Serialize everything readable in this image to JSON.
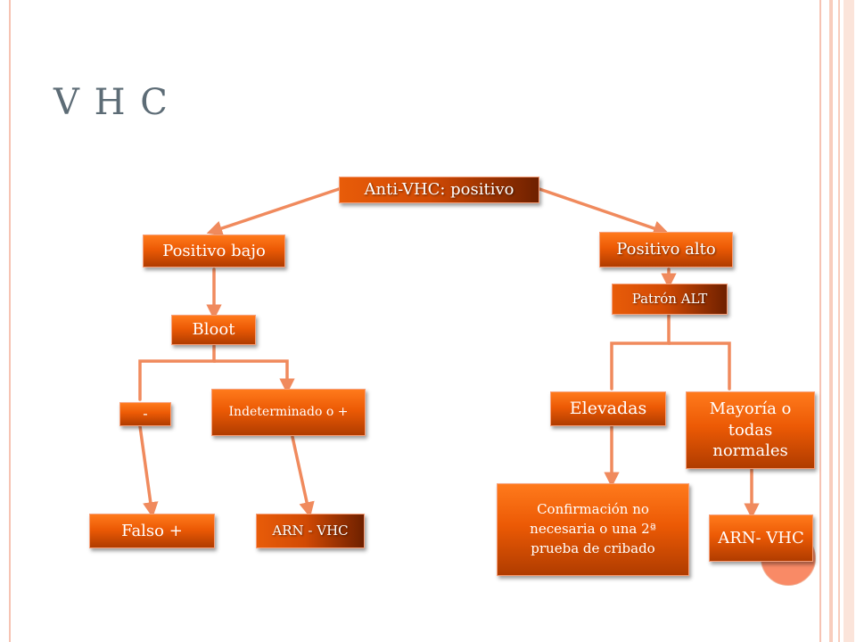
{
  "slide": {
    "title": "V H C"
  },
  "nodes": {
    "root": "Anti-VHC: positivo",
    "low": "Positivo bajo",
    "high": "Positivo alto",
    "bloot": "Bloot",
    "negative": "-",
    "indeterminate": "Indeterminado o  +",
    "false_positive": "Falso +",
    "arn_left": "ARN - VHC",
    "pattern": "Patrón ALT",
    "elevated": "Elevadas",
    "normal": "Mayoría o todas normales",
    "confirmation": "Confirmación no necesaria o una 2ª prueba de cribado",
    "arn_right": "ARN- VHC"
  },
  "colors": {
    "node_top": "#ff7a1c",
    "node_bottom": "#b03c00",
    "connector": "#f08a5d",
    "title": "#5d6c76",
    "frame": "#f6c3b3",
    "circle": "#f98a66"
  }
}
